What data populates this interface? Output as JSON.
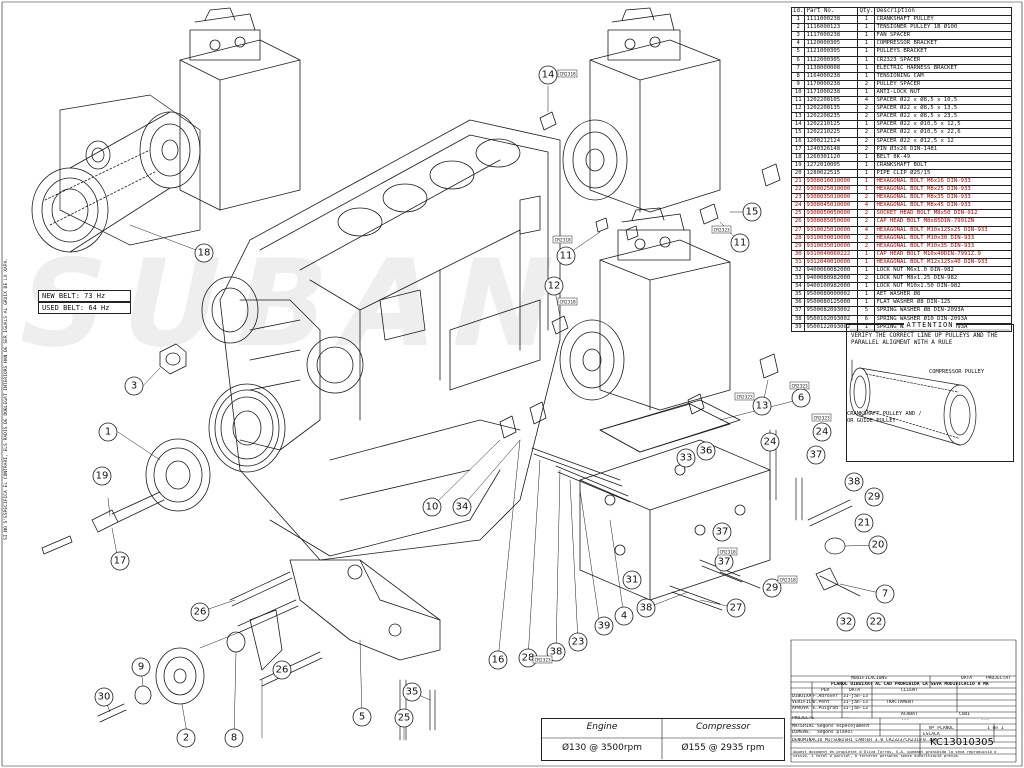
{
  "parts_table": {
    "headers": [
      "Id.",
      "Part No.",
      "Qty.",
      "Description"
    ],
    "rows": [
      [
        "1",
        "1111000238",
        "1",
        "CRANKSHAFT PULLEY"
      ],
      [
        "2",
        "1116000123",
        "1",
        "TENSIONER PULLEY 1B Ø100"
      ],
      [
        "3",
        "1117000238",
        "1",
        "FAN SPACER"
      ],
      [
        "4",
        "1120000305",
        "1",
        "COMPRESSOR BRACKET"
      ],
      [
        "5",
        "1121000305",
        "1",
        "PULLEYS BRACKET"
      ],
      [
        "6",
        "1122000305",
        "1",
        "CR2323 SPACER"
      ],
      [
        "7",
        "1138000008",
        "1",
        "ELECTRIC HARNESS BRACKET"
      ],
      [
        "8",
        "1164000238",
        "1",
        "TENSIONING CAM"
      ],
      [
        "9",
        "1170000238",
        "2",
        "PULLEY SPACER"
      ],
      [
        "10",
        "1171000238",
        "1",
        "ANTI-LOCK NUT"
      ],
      [
        "11",
        "1202208105",
        "4",
        "SPACER Ø22 x Ø8,5 x 10,5"
      ],
      [
        "12",
        "1202208135",
        "2",
        "SPACER Ø22 x Ø8,5 x 13,5"
      ],
      [
        "13",
        "1202208235",
        "2",
        "SPACER Ø22 x Ø8,5 x 23,5"
      ],
      [
        "14",
        "1202210125",
        "1",
        "SPACER Ø22 x Ø10,5 x 12,5"
      ],
      [
        "15",
        "1202210225",
        "2",
        "SPACER Ø22 x Ø10,5 x 22,6"
      ],
      [
        "16",
        "1200212124",
        "2",
        "SPACER Ø22 x Ø12,5 x 12"
      ],
      [
        "17",
        "1240326148",
        "2",
        "PIN Ø3x26 DIN-1481"
      ],
      [
        "18",
        "1260301120",
        "1",
        "BELT 8K-49"
      ],
      [
        "19",
        "1272010005",
        "1",
        "CRANKSHAFT BOLT"
      ],
      [
        "20",
        "1280022515",
        "1",
        "PIPE CLIP Ø25/15"
      ],
      [
        "21",
        "9308016010000",
        "1",
        "HEXAGONAL BOLT M6x16 DIN-933"
      ],
      [
        "22",
        "9308025010000",
        "1",
        "HEXAGONAL BOLT M8x25 DIN-933"
      ],
      [
        "23",
        "9308035010000",
        "2",
        "HEXAGONAL BOLT M8x35 DIN-933"
      ],
      [
        "24",
        "9308045010000",
        "4",
        "HEXAGONAL BOLT M8x45 DIN-933"
      ],
      [
        "25",
        "9308050050000",
        "2",
        "SOCKET HEAD BOLT M8x50 DIN-912"
      ],
      [
        "26",
        "9308085050000",
        "2",
        "CAP HEAD BOLT M8x85DIN-7991ZN"
      ],
      [
        "27",
        "9310025010000",
        "4",
        "HEXAGONAL BOLT M10x125x25 DIN-933"
      ],
      [
        "28",
        "9310030010000",
        "2",
        "HEXAGONAL BOLT M10x30 DIN-933"
      ],
      [
        "29",
        "9310035010000",
        "2",
        "HEXAGONAL BOLT M10x35 DIN-933"
      ],
      [
        "30",
        "9310040060222",
        "1",
        "CAP HEAD BOLT M10x40DIN-7991Z.9"
      ],
      [
        "31",
        "9312040010000",
        "1",
        "HEXAGONAL BOLT M12x125x40 DIN-933"
      ],
      [
        "32",
        "9400060082000",
        "1",
        "LOCK NUT M6x1.0 DIN-982"
      ],
      [
        "33",
        "9400080982000",
        "2",
        "LOCK NUT M8x1.25 DIN-982"
      ],
      [
        "34",
        "9400100982000",
        "1",
        "LOCK NUT M10x1.50 DIN-982"
      ],
      [
        "35",
        "9500080000002",
        "1",
        "AET WASHER Ø8"
      ],
      [
        "36",
        "9500080125000",
        "1",
        "FLAT WASHER Ø8 DIN-125"
      ],
      [
        "37",
        "9500082093002",
        "5",
        "SPRING WASHER Ø8 DIN-2093A"
      ],
      [
        "38",
        "9500102093002",
        "6",
        "SPRING WASHER Ø10 DIN-2093A"
      ],
      [
        "39",
        "9500122093002",
        "1",
        "SPRING WASHER Ø12 DIN-2093A"
      ]
    ]
  },
  "attention": {
    "title": "ATTENTION",
    "text": "VERIFY THE CORRECT LINE UP PULLEYS AND THE PARALLEL ALIGMENT WITH A RULE",
    "label_compressor": "COMPRESSOR PULLEY",
    "label_crankshaft": "CRANKSHAFT PULLEY AND / OR GUIDE PULLEY"
  },
  "belt": {
    "new": "NEW BELT:  73 Hz",
    "used": "USED BELT: 64 Hz"
  },
  "speed": {
    "engine_label": "Engine",
    "compressor_label": "Compressor",
    "engine_value": "Ø130 @ 3500rpm",
    "compressor_value": "Ø155 @ 2935 rpm"
  },
  "callouts": [
    "14",
    "15",
    "11",
    "11",
    "18",
    "12",
    "3",
    "13",
    "6",
    "1",
    "19",
    "17",
    "33",
    "36",
    "24",
    "37",
    "24",
    "38",
    "29",
    "21",
    "20",
    "10",
    "34",
    "37",
    "29",
    "7",
    "32",
    "22",
    "26",
    "26",
    "25",
    "35",
    "9",
    "8",
    "2",
    "30",
    "16",
    "28",
    "38",
    "23",
    "37",
    "4",
    "38",
    "27",
    "31",
    "5",
    "39"
  ],
  "part_tags": [
    "CR2318",
    "CR2323",
    "CR2318",
    "CR2318",
    "CR2323",
    "CR2323",
    "CR2323",
    "CR2318",
    "CR2318",
    "CR2323"
  ],
  "title_block": {
    "rev_header": "MODIFICACIONS",
    "data": "DATA",
    "projectat": "PROJECTAT",
    "notice": "PLANOL DIBUIXAT AL CAD PROHIBIDA LA SEVA MODIFICACIÓ A MÀ",
    "per": "PER",
    "data2": "DATA",
    "client": "CLIENT",
    "dibuixa": "DIBUIXA",
    "dibuixa_name": "F.Adrover",
    "dibuixa_date": "31-jan-13",
    "verifica": "VERIFICA",
    "verifica_name": "J.Peñt",
    "verifica_date": "31-jan-13",
    "tractament": "TRACTAMENT",
    "aprova": "APROVA",
    "aprova_name": "E.Puigrad",
    "aprova_date": "31-jan-13",
    "projecte": "PROJECTE",
    "projecte_value": "---",
    "acabat": "ACABAT",
    "acabat_value": "---",
    "codi": "CODI",
    "codi_value": "---",
    "material": "MATERIAL",
    "material_value": "Segons especejament",
    "dimens": "DIMENS.",
    "dimens_value": "Segons planol",
    "n_planol": "Nº PLANOL",
    "sheet": "1 de 1",
    "escala": "ESCALA",
    "escala_value": "0.300",
    "denominacio": "DENOMINACIÓ",
    "denominacio_value": "MITSUBISHI CANTER 3.0  CR2323/CR2318",
    "drawing_number": "KC13010305",
    "footer": "Aquest document és propietat d'Oliva Torras, S.A. quedant prohibida la seva reproducció o cessió, i total o parcial, a terceres persones sense autorització prèvia."
  },
  "side_note": "SI NO S'ESPECIFICA EL CONTRARI, ELS RADIS DE DOBLEGAT INTERIORS HAN DE SER IGUALS AL GRUIX DE LA XAPA.",
  "watermark": "SUBAN"
}
